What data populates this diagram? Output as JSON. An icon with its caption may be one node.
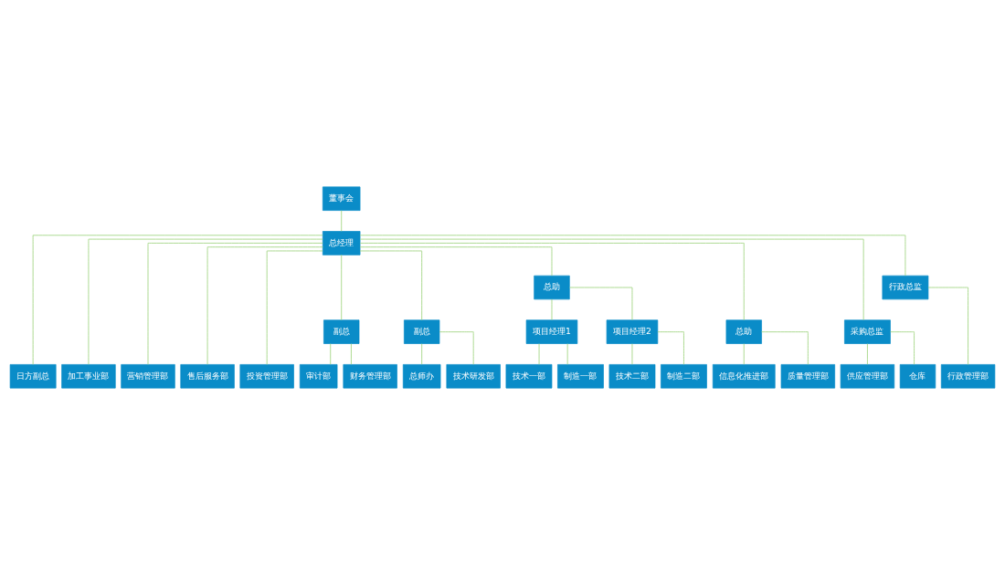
{
  "diagram": {
    "nodes": [
      {
        "text": [
          "董事会"
        ]
      },
      {
        "text": [
          "总经理"
        ]
      },
      {
        "text": [
          "日方副总"
        ]
      },
      {
        "text": [
          "加工事业部"
        ]
      },
      {
        "text": [
          "营销管理部"
        ]
      },
      {
        "text": [
          "售后服务部"
        ]
      },
      {
        "text": [
          "投资管理部"
        ]
      },
      {
        "text": [
          "副总"
        ]
      },
      {
        "text": [
          "副总"
        ]
      },
      {
        "text": [
          "总助"
        ]
      },
      {
        "text": [
          "总助"
        ]
      },
      {
        "text": [
          "采购总监"
        ]
      },
      {
        "text": [
          "行政总监"
        ]
      },
      {
        "text": [
          "项目经理1"
        ]
      },
      {
        "text": [
          "项目经理2"
        ]
      },
      {
        "text": [
          "审计部"
        ]
      },
      {
        "text": [
          "财务管理部"
        ]
      },
      {
        "text": [
          "总师办"
        ]
      },
      {
        "text": [
          "技术研发部"
        ]
      },
      {
        "text": [
          "技术一部"
        ]
      },
      {
        "text": [
          "制造一部"
        ]
      },
      {
        "text": [
          "技术二部"
        ]
      },
      {
        "text": [
          "制造二部"
        ]
      },
      {
        "text": [
          "信息化推进部"
        ]
      },
      {
        "text": [
          "质量管理部"
        ]
      },
      {
        "text": [
          "供应管理部"
        ]
      },
      {
        "text": [
          "仓库"
        ]
      },
      {
        "text": [
          "行政管理部"
        ]
      }
    ],
    "edges": [
      {
        "from": 0,
        "to": 1,
        "arrow": "none"
      },
      {
        "from": 1,
        "to": 2,
        "arrow": "none"
      },
      {
        "from": 1,
        "to": 3,
        "arrow": "none"
      },
      {
        "from": 1,
        "to": 4,
        "arrow": "none"
      },
      {
        "from": 1,
        "to": 5,
        "arrow": "none"
      },
      {
        "from": 1,
        "to": 6,
        "arrow": "none"
      },
      {
        "from": 1,
        "to": 7,
        "arrow": "none"
      },
      {
        "from": 1,
        "to": 8,
        "arrow": "none"
      },
      {
        "from": 1,
        "to": 9,
        "arrow": "none"
      },
      {
        "from": 1,
        "to": 10,
        "arrow": "none"
      },
      {
        "from": 1,
        "to": 11,
        "arrow": "none"
      },
      {
        "from": 1,
        "to": 12,
        "arrow": "none"
      },
      {
        "from": 7,
        "to": 15,
        "arrow": "none"
      },
      {
        "from": 7,
        "to": 16,
        "arrow": "none"
      },
      {
        "from": 8,
        "to": 17,
        "arrow": "none"
      },
      {
        "from": 8,
        "to": 18,
        "arrow": "none"
      },
      {
        "from": 9,
        "to": 13,
        "arrow": "none"
      },
      {
        "from": 9,
        "to": 14,
        "arrow": "none"
      },
      {
        "from": 13,
        "to": 19,
        "arrow": "none"
      },
      {
        "from": 13,
        "to": 20,
        "arrow": "none"
      },
      {
        "from": 14,
        "to": 21,
        "arrow": "none"
      },
      {
        "from": 14,
        "to": 22,
        "arrow": "none"
      },
      {
        "from": 10,
        "to": 23,
        "arrow": "none"
      },
      {
        "from": 10,
        "to": 24,
        "arrow": "none"
      },
      {
        "from": 11,
        "to": 25,
        "arrow": "none"
      },
      {
        "from": 11,
        "to": 26,
        "arrow": "none"
      },
      {
        "from": 12,
        "to": 27,
        "arrow": "none"
      }
    ]
  }
}
